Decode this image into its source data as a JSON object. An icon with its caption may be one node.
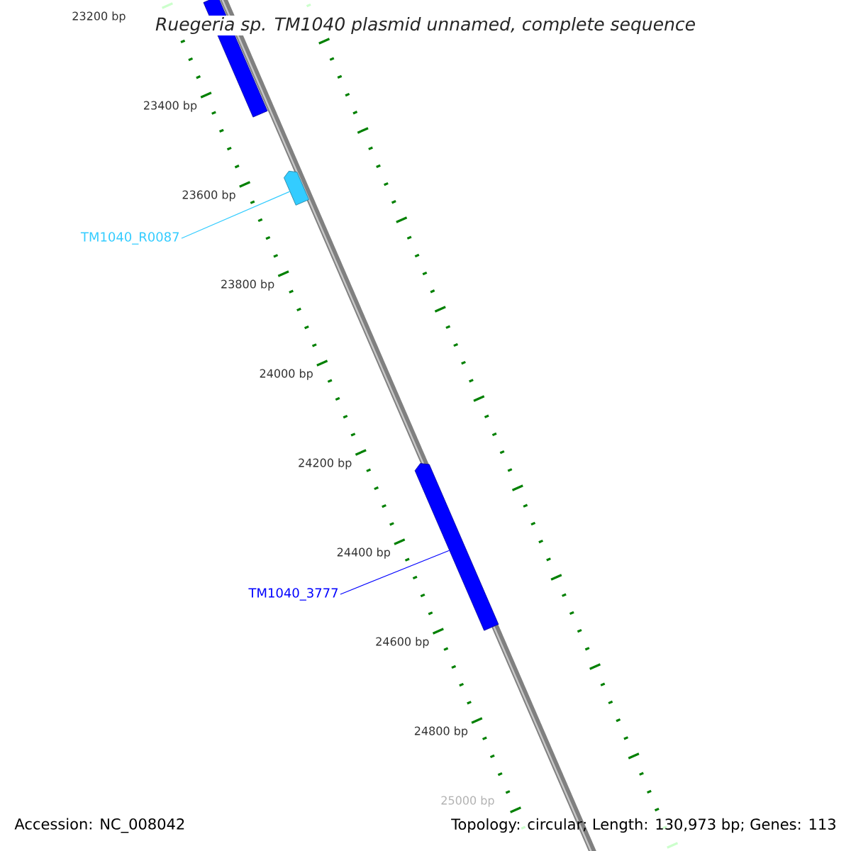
{
  "diagram": {
    "title": "Ruegeria sp. TM1040 plasmid unnamed, complete sequence",
    "nodes": [
      {
        "text": [],
        "shape": "bar"
      },
      {
        "text": [],
        "shape": "arrow"
      },
      {
        "text": [
          "TM1040_R0087"
        ]
      },
      {
        "text": [],
        "shape": "arrow"
      },
      {
        "text": [
          "TM1040_3777"
        ]
      }
    ],
    "edges": [
      {
        "from": 2,
        "to": 1,
        "arrow": "none",
        "color": "#33ccff"
      },
      {
        "from": 4,
        "to": 3,
        "arrow": "none",
        "color": "#0000ff"
      }
    ],
    "labels": [
      "23200 bp",
      "23400 bp",
      "23600 bp",
      "23800 bp",
      "24000 bp",
      "24200 bp",
      "24400 bp",
      "24600 bp",
      "24800 bp",
      "25000 bp",
      "Accession: NC_008042",
      "Topology: circular; Length: 130,973 bp; Genes: 113"
    ]
  }
}
